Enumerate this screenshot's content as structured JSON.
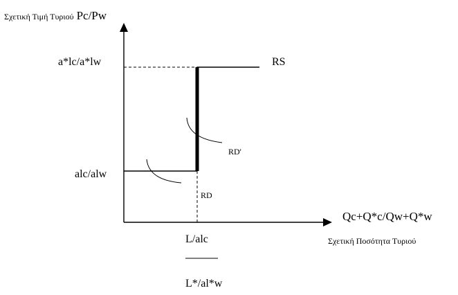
{
  "axes": {
    "y_title_prefix": "Σχετική Τιμή Τυριού",
    "y_title_symbol": "Pc/Pw",
    "x_title_symbol": "Qc+Q*c/Qw+Q*w",
    "x_title_caption": "Σχετική Ποσότητα Τυριού"
  },
  "levels": {
    "upper_price": "a*lc/a*lw",
    "lower_price": "alc/alw"
  },
  "curves": {
    "supply": "RS",
    "demand_shifted": "RD'",
    "demand": "RD"
  },
  "quantity_ratio": {
    "numerator": "L/alc",
    "denominator": "L*/al*w"
  },
  "colors": {
    "ink": "#000000",
    "background": "#ffffff"
  }
}
